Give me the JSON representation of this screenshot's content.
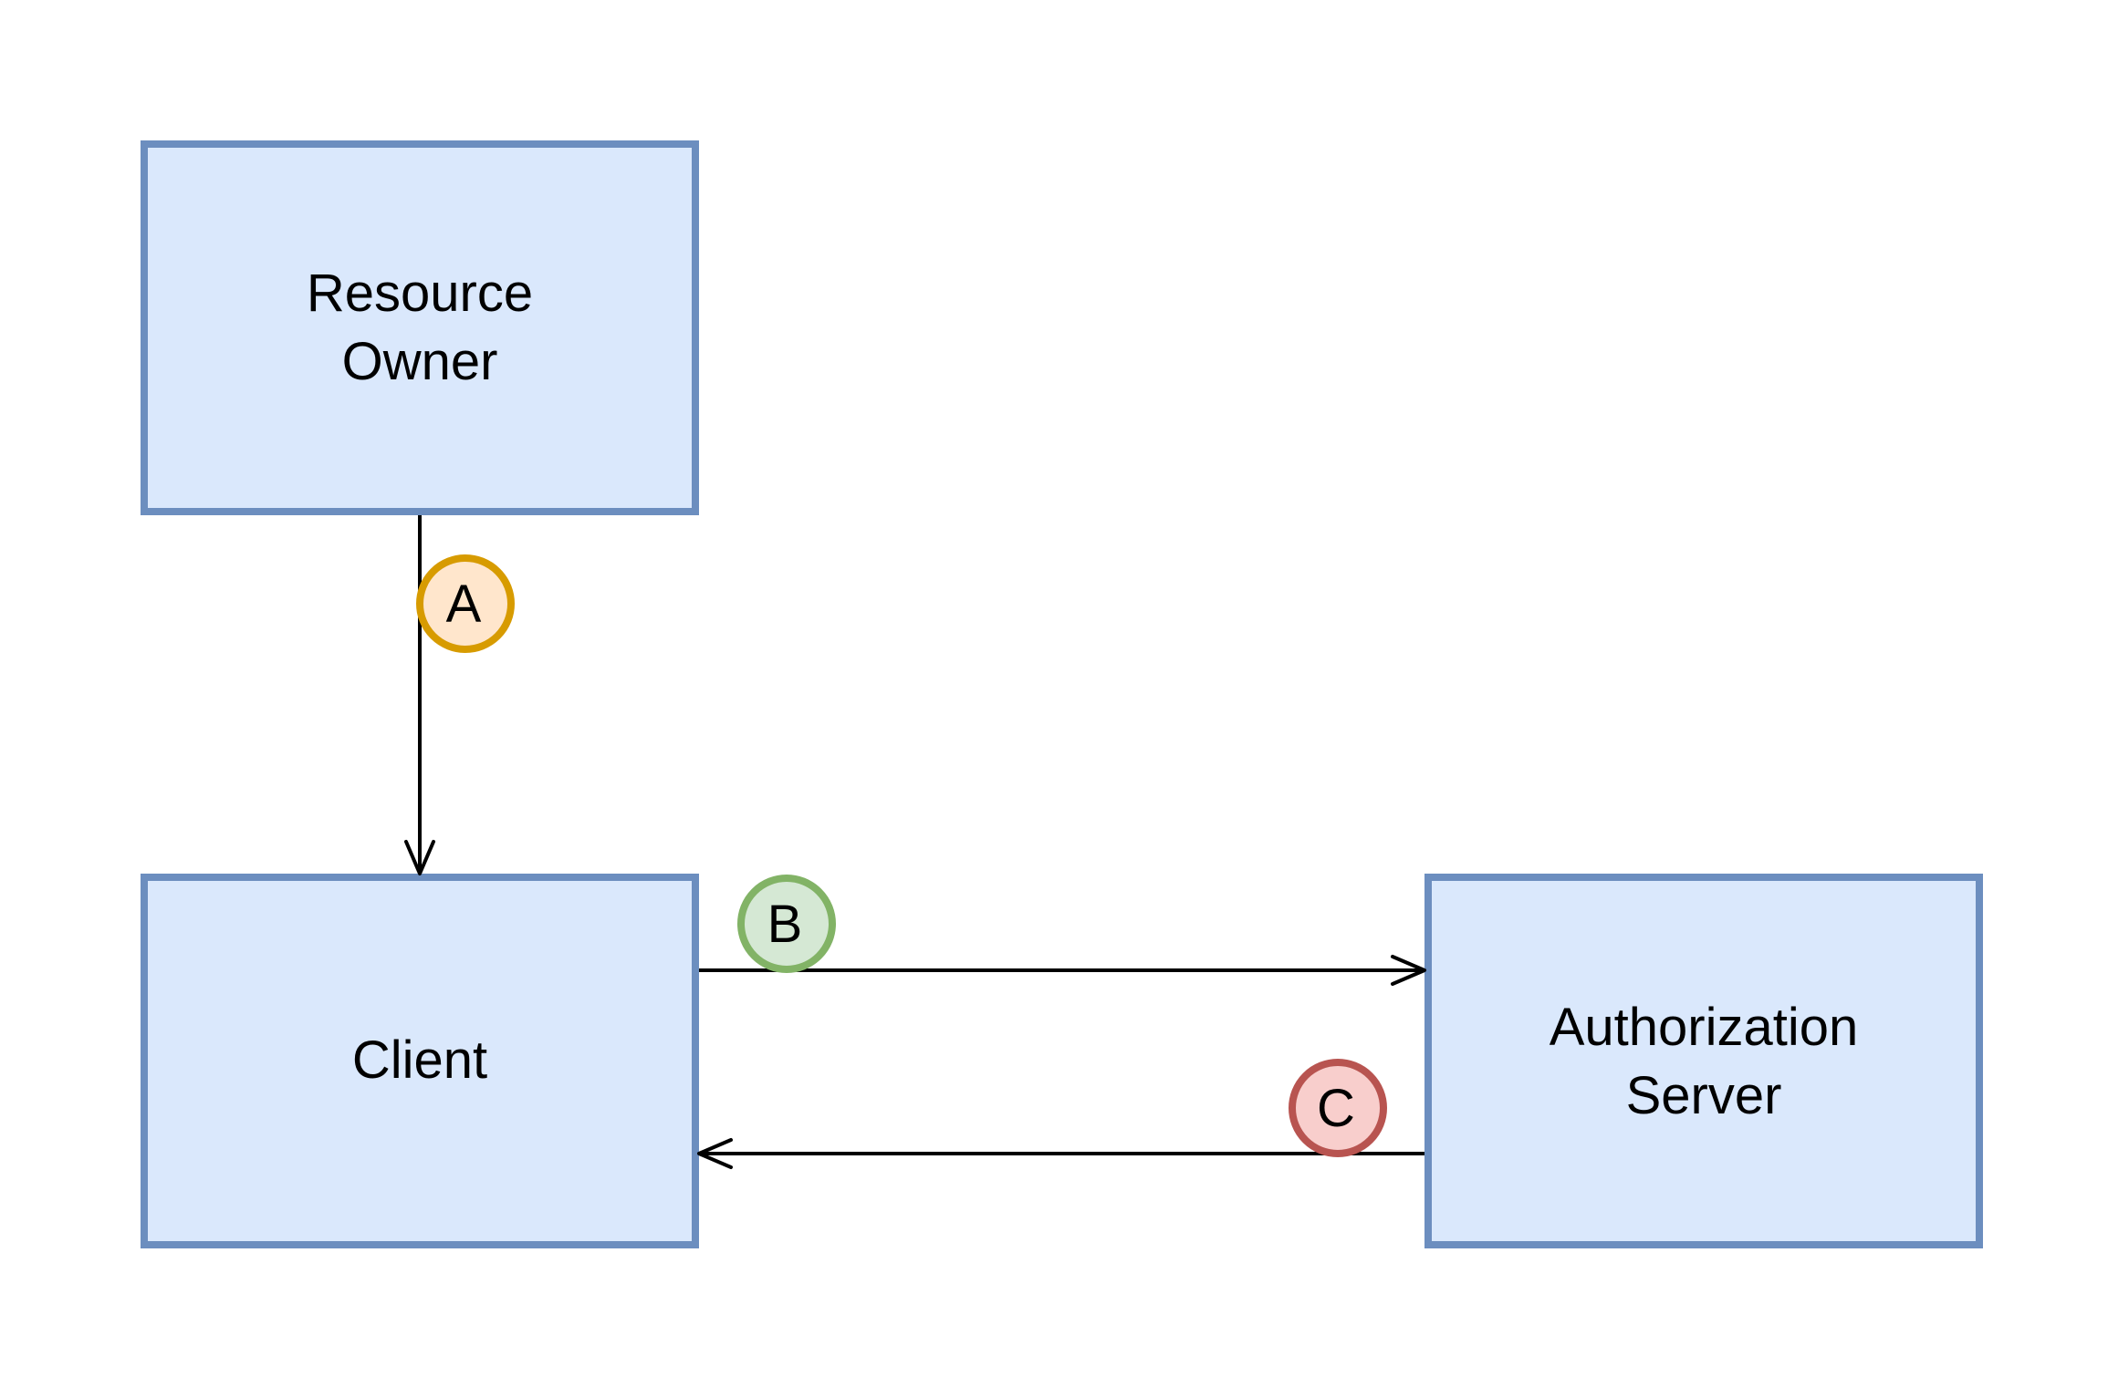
{
  "diagram": {
    "nodes": {
      "resource_owner": {
        "label_line1": "Resource",
        "label_line2": "Owner"
      },
      "client": {
        "label": "Client"
      },
      "authorization_server": {
        "label_line1": "Authorization",
        "label_line2": "Server"
      }
    },
    "steps": {
      "a": {
        "label": "A"
      },
      "b": {
        "label": "B"
      },
      "c": {
        "label": "C"
      }
    },
    "colors": {
      "box_fill": "#dae8fc",
      "box_stroke": "#6c8ebf",
      "step_a_fill": "#ffe6cc",
      "step_a_stroke": "#d79b00",
      "step_b_fill": "#d5e8d4",
      "step_b_stroke": "#82b366",
      "step_c_fill": "#f8cecc",
      "step_c_stroke": "#b85450"
    }
  }
}
